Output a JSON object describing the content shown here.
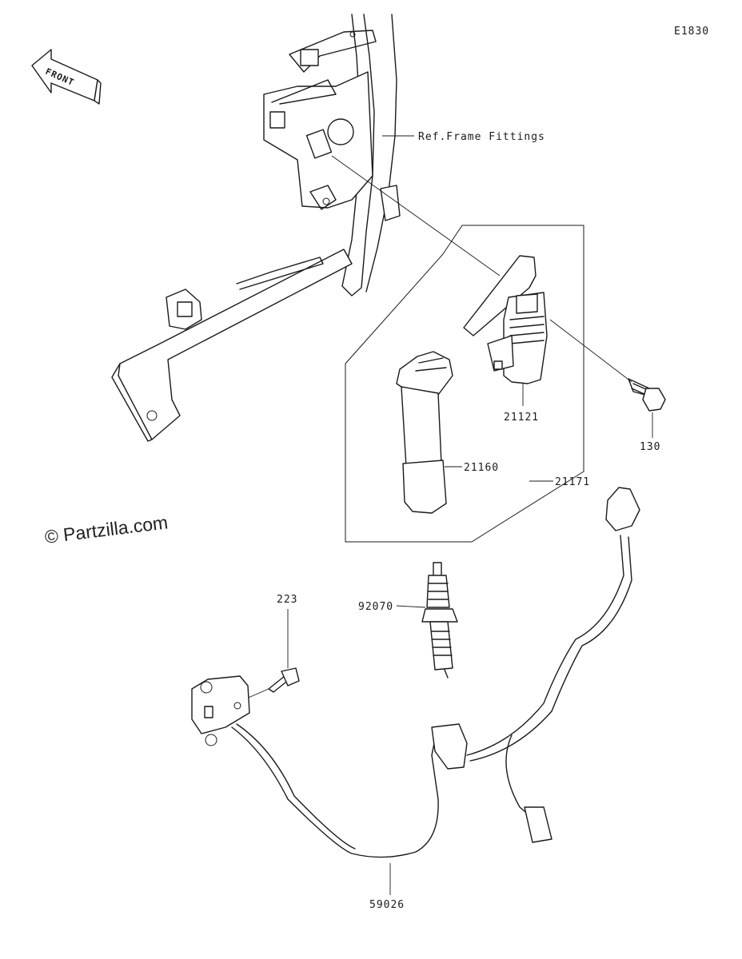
{
  "diagram_code": "E1830",
  "front_arrow_label": "FRONT",
  "watermark": "© Partzilla.com",
  "callouts": {
    "ref_frame": "Ref.Frame Fittings",
    "coil": "21121",
    "bolt": "130",
    "cap": "21160",
    "kit": "21171",
    "plug": "92070",
    "screw": "223",
    "harness": "59026"
  }
}
